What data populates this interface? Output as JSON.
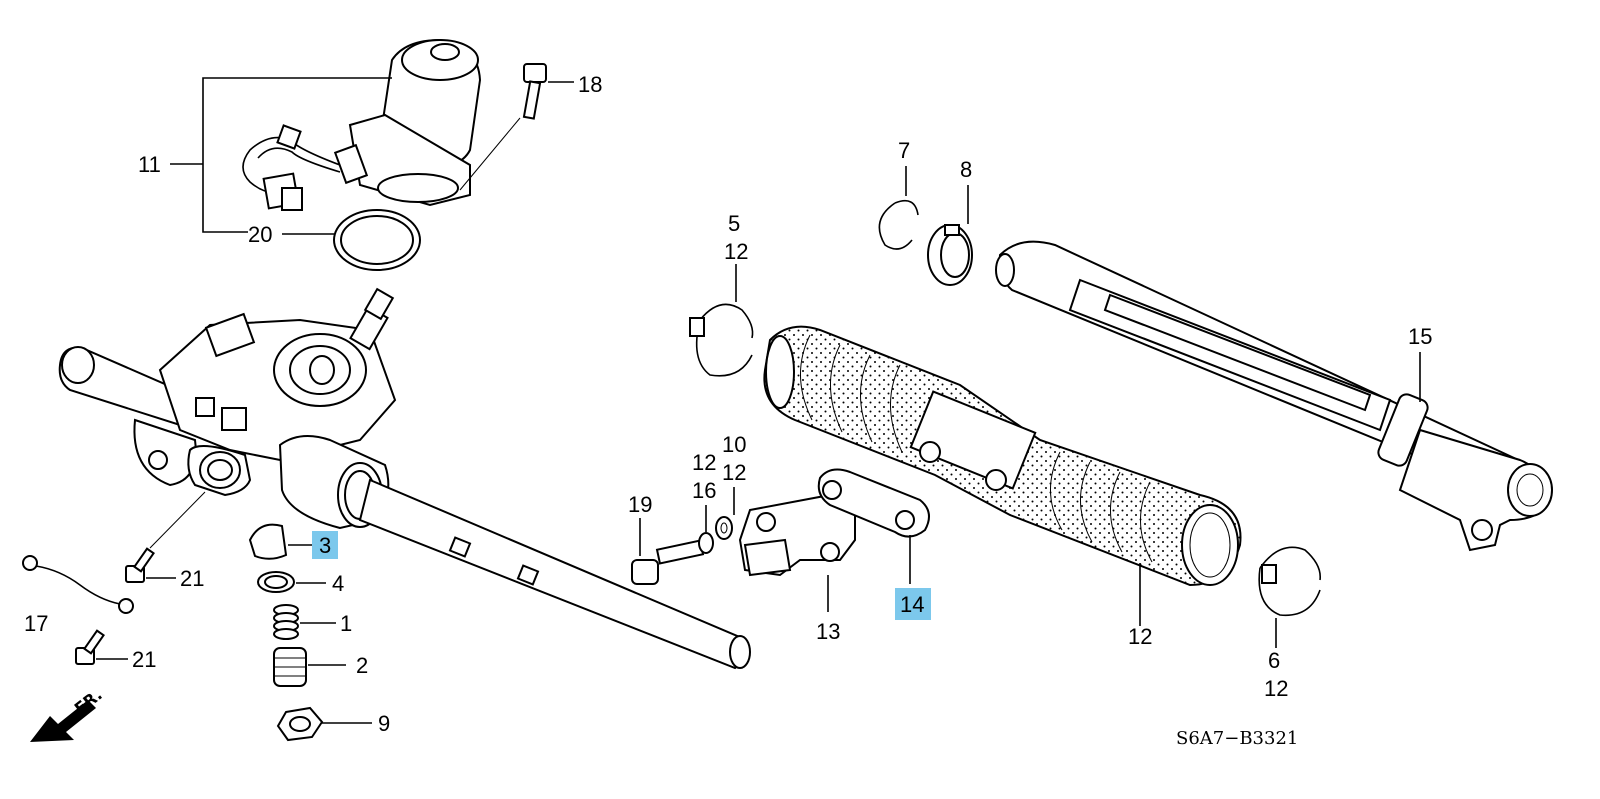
{
  "diagram": {
    "callouts": {
      "c1": "1",
      "c2": "2",
      "c3": "3",
      "c4": "4",
      "c5": "5",
      "c6": "6",
      "c7": "7",
      "c8": "8",
      "c9": "9",
      "c10": "10",
      "c11": "11",
      "c12a": "12",
      "c12b": "12",
      "c12c": "12",
      "c12d": "12",
      "c12e": "12",
      "c13": "13",
      "c14": "14",
      "c15": "15",
      "c16": "16",
      "c17": "17",
      "c18": "18",
      "c19": "19",
      "c20": "20",
      "c21a": "21",
      "c21b": "21"
    },
    "highlighted": [
      "3",
      "14"
    ],
    "highlight_color": "#7cc8ec",
    "direction_label": "FR.",
    "reference_code": "S6A7−B3321"
  }
}
